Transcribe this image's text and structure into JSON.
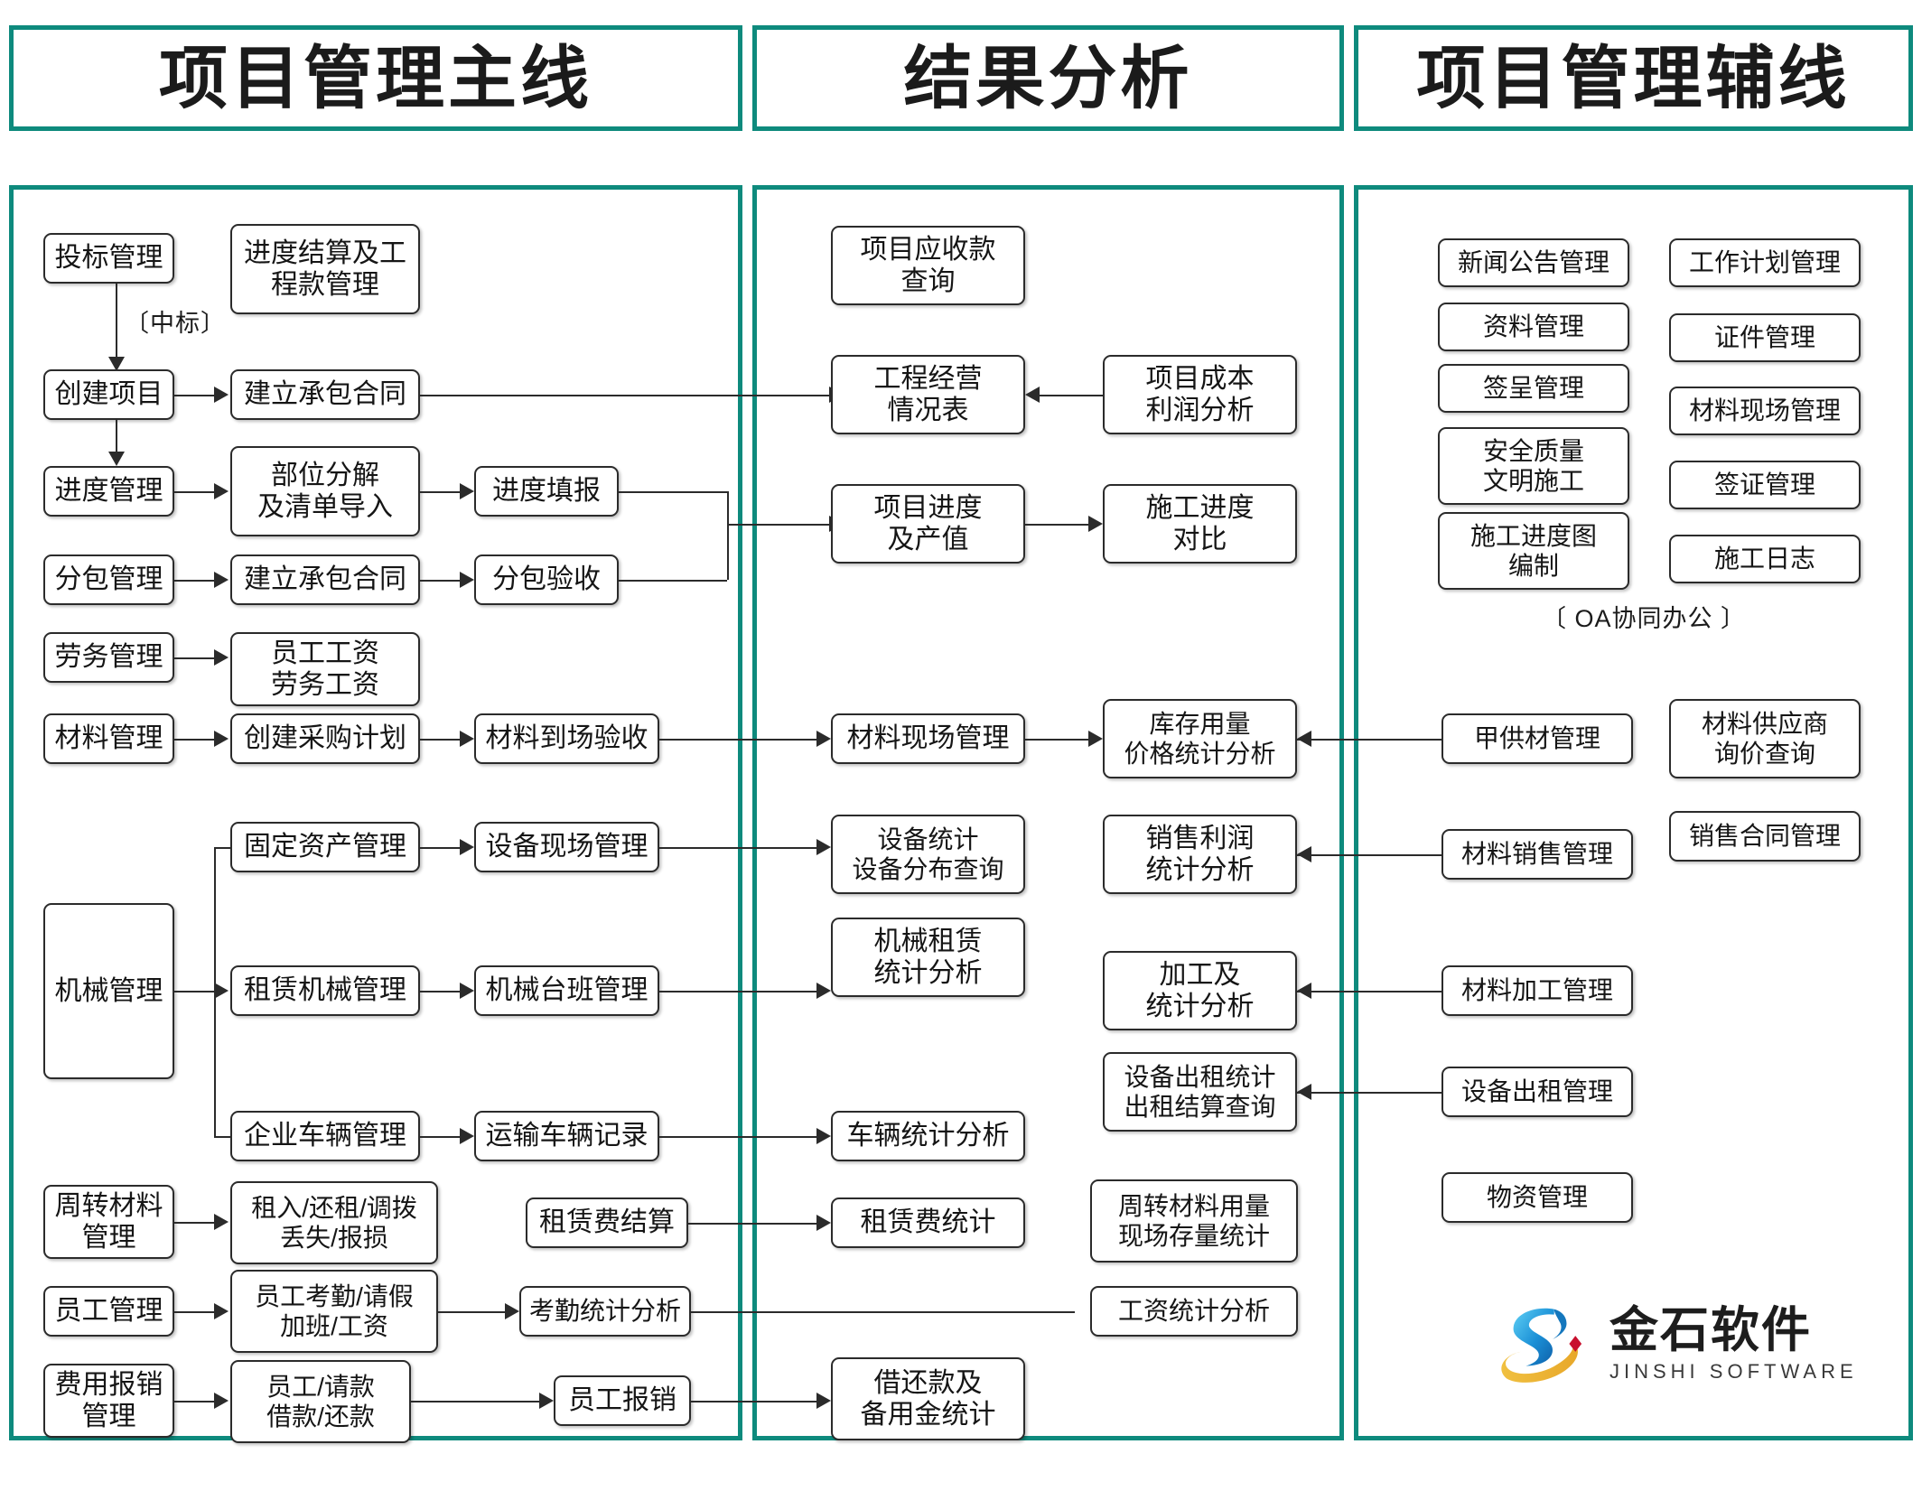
{
  "theme": {
    "accent": "#0e8a7d",
    "box_border": "#2b2b2b",
    "text": "#151515"
  },
  "headers": [
    {
      "id": "main-line",
      "label": "项目管理主线"
    },
    {
      "id": "result",
      "label": "结果分析"
    },
    {
      "id": "aux-line",
      "label": "项目管理辅线"
    }
  ],
  "column1": {
    "nodes": [
      {
        "id": "tender",
        "label": "投标管理"
      },
      {
        "id": "progress-settle",
        "label": "进度结算及工\n程款管理"
      },
      {
        "id": "create-project",
        "label": "创建项目"
      },
      {
        "id": "contract-1",
        "label": "建立承包合同"
      },
      {
        "id": "progress-mgmt",
        "label": "进度管理"
      },
      {
        "id": "part-decompose",
        "label": "部位分解\n及清单导入"
      },
      {
        "id": "progress-fill",
        "label": "进度填报"
      },
      {
        "id": "subcontract-mgmt",
        "label": "分包管理"
      },
      {
        "id": "contract-2",
        "label": "建立承包合同"
      },
      {
        "id": "subcontract-accept",
        "label": "分包验收"
      },
      {
        "id": "labor-mgmt",
        "label": "劳务管理"
      },
      {
        "id": "salary",
        "label": "员工工资\n劳务工资"
      },
      {
        "id": "material-mgmt",
        "label": "材料管理"
      },
      {
        "id": "purchase-plan",
        "label": "创建采购计划"
      },
      {
        "id": "material-accept",
        "label": "材料到场验收"
      },
      {
        "id": "machinery-mgmt",
        "label": "机械管理"
      },
      {
        "id": "fixed-asset",
        "label": "固定资产管理"
      },
      {
        "id": "equip-site",
        "label": "设备现场管理"
      },
      {
        "id": "lease-machine",
        "label": "租赁机械管理"
      },
      {
        "id": "machine-shift",
        "label": "机械台班管理"
      },
      {
        "id": "company-vehicle",
        "label": "企业车辆管理"
      },
      {
        "id": "transport-record",
        "label": "运输车辆记录"
      },
      {
        "id": "turnover-material",
        "label": "周转材料\n管理"
      },
      {
        "id": "rent-return",
        "label": "租入/还租/调拨\n丢失/报损"
      },
      {
        "id": "rent-fee-settle",
        "label": "租赁费结算"
      },
      {
        "id": "employee-mgmt",
        "label": "员工管理"
      },
      {
        "id": "attendance",
        "label": "员工考勤/请假\n加班/工资"
      },
      {
        "id": "attendance-stat",
        "label": "考勤统计分析"
      },
      {
        "id": "expense-mgmt",
        "label": "费用报销\n管理"
      },
      {
        "id": "loan-repay",
        "label": "员工/请款\n借款/还款"
      },
      {
        "id": "employee-reimb",
        "label": "员工报销"
      }
    ],
    "bracket_label": "〔中标〕"
  },
  "column2": {
    "nodes": [
      {
        "id": "receivable-query",
        "label": "项目应收款\n查询"
      },
      {
        "id": "operation-table",
        "label": "工程经营\n情况表"
      },
      {
        "id": "cost-profit",
        "label": "项目成本\n利润分析"
      },
      {
        "id": "progress-output",
        "label": "项目进度\n及产值"
      },
      {
        "id": "progress-compare",
        "label": "施工进度\n对比"
      },
      {
        "id": "material-site-2",
        "label": "材料现场管理"
      },
      {
        "id": "inventory-price",
        "label": "库存用量\n价格统计分析"
      },
      {
        "id": "equip-stat",
        "label": "设备统计\n设备分布查询"
      },
      {
        "id": "sales-profit",
        "label": "销售利润\n统计分析"
      },
      {
        "id": "machine-lease-stat",
        "label": "机械租赁\n统计分析"
      },
      {
        "id": "process-stat",
        "label": "加工及\n统计分析"
      },
      {
        "id": "vehicle-stat",
        "label": "车辆统计分析"
      },
      {
        "id": "equip-rent-stat",
        "label": "设备出租统计\n出租结算查询"
      },
      {
        "id": "rent-fee-stat",
        "label": "租赁费统计"
      },
      {
        "id": "turnover-stat",
        "label": "周转材料用量\n现场存量统计"
      },
      {
        "id": "salary-stat",
        "label": "工资统计分析"
      },
      {
        "id": "loan-reserve-stat",
        "label": "借还款及\n备用金统计"
      }
    ]
  },
  "column3": {
    "oa_nodes": [
      {
        "id": "news-notice",
        "label": "新闻公告管理"
      },
      {
        "id": "work-plan",
        "label": "工作计划管理"
      },
      {
        "id": "data-mgmt",
        "label": "资料管理"
      },
      {
        "id": "certificate",
        "label": "证件管理"
      },
      {
        "id": "sign-approval",
        "label": "签呈管理"
      },
      {
        "id": "material-site-3",
        "label": "材料现场管理"
      },
      {
        "id": "safety-quality",
        "label": "安全质量\n文明施工"
      },
      {
        "id": "visa-mgmt",
        "label": "签证管理"
      },
      {
        "id": "schedule-chart",
        "label": "施工进度图\n编制"
      },
      {
        "id": "work-log",
        "label": "施工日志"
      }
    ],
    "oa_bracket_label": "〔 OA协同办公 〕",
    "nodes": [
      {
        "id": "owner-supply",
        "label": "甲供材管理"
      },
      {
        "id": "supplier-quote",
        "label": "材料供应商\n询价查询"
      },
      {
        "id": "sales-contract",
        "label": "销售合同管理"
      },
      {
        "id": "material-sales",
        "label": "材料销售管理"
      },
      {
        "id": "material-process",
        "label": "材料加工管理"
      },
      {
        "id": "equip-rent-mgmt",
        "label": "设备出租管理"
      },
      {
        "id": "supplies-mgmt",
        "label": "物资管理"
      }
    ]
  },
  "logo": {
    "cn": "金石软件",
    "en": "JINSHI SOFTWARE"
  }
}
